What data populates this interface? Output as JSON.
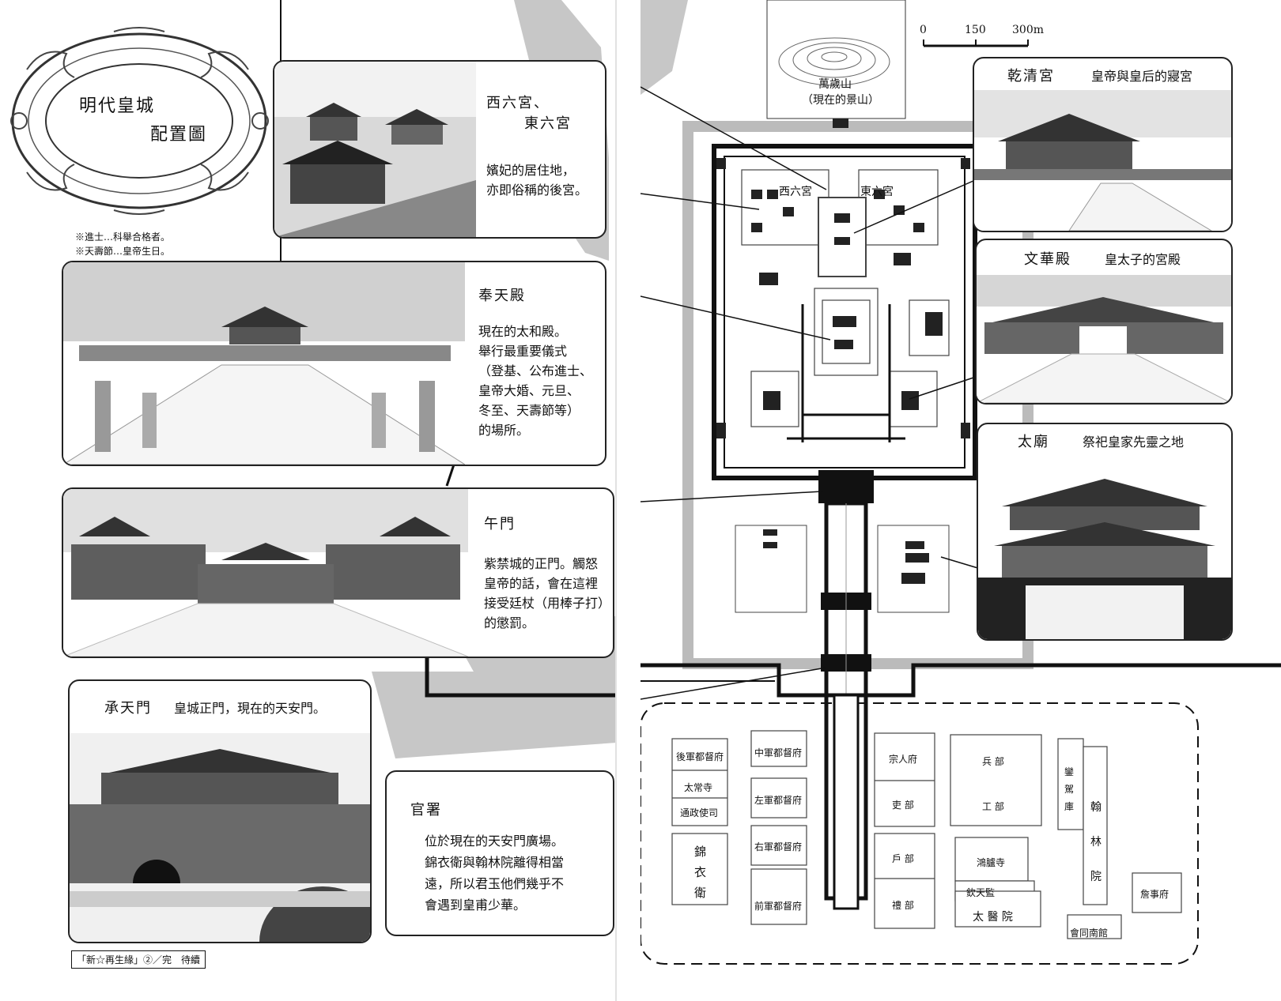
{
  "title": {
    "line1": "明代皇城",
    "line2": "配置圖"
  },
  "notes": [
    "※進士…科舉合格者。",
    "※天壽節…皇帝生日。"
  ],
  "panels": {
    "six_palaces": {
      "title1": "西六宮、",
      "title2": "東六宮",
      "desc": "嬪妃的居住地，\n亦即俗稱的後宮。"
    },
    "fengtian": {
      "title": "奉天殿",
      "desc": "現在的太和殿。\n舉行最重要儀式\n（登基、公布進士、\n皇帝大婚、元旦、\n冬至、天壽節等）\n的場所。"
    },
    "wumen": {
      "title": "午門",
      "desc": "紫禁城的正門。觸怒\n皇帝的話，會在這裡\n接受廷杖（用棒子打）\n的懲罰。"
    },
    "chengtian": {
      "title": "承天門",
      "subtitle": "皇城正門，現在的天安門。"
    },
    "guanshu": {
      "title": "官署",
      "desc": "位於現在的天安門廣場。\n錦衣衛與翰林院離得相當\n遠，所以君玉他們幾乎不\n會遇到皇甫少華。"
    },
    "qianqing": {
      "title": "乾清宮",
      "subtitle": "皇帝與皇后的寢宮"
    },
    "wenhua": {
      "title": "文華殿",
      "subtitle": "皇太子的宮殿"
    },
    "taimiao": {
      "title": "太廟",
      "subtitle": "祭祀皇家先靈之地"
    }
  },
  "footer": "「新☆再生緣」②／完　待續",
  "map": {
    "scale": [
      "0",
      "150",
      "300m"
    ],
    "hill": "萬歲山",
    "hill_note": "（現在的景山）",
    "west_six": "西六宮",
    "east_six": "東六宮",
    "offices": [
      {
        "id": "houjun",
        "label": "後軍都督府"
      },
      {
        "id": "taichang",
        "label": "太常寺"
      },
      {
        "id": "tongzheng",
        "label": "通政使司"
      },
      {
        "id": "jinyi",
        "label": "錦衣衛"
      },
      {
        "id": "zhongjun",
        "label": "中軍都督府"
      },
      {
        "id": "zuojun",
        "label": "左軍都督府"
      },
      {
        "id": "youjun",
        "label": "右軍都督府"
      },
      {
        "id": "qianjun",
        "label": "前軍都督府"
      },
      {
        "id": "zongren",
        "label": "宗人府"
      },
      {
        "id": "li",
        "label": "吏 部"
      },
      {
        "id": "hu",
        "label": "戶 部"
      },
      {
        "id": "lib",
        "label": "禮 部"
      },
      {
        "id": "bing",
        "label": "兵 部"
      },
      {
        "id": "gong",
        "label": "工 部"
      },
      {
        "id": "honglu",
        "label": "鴻臚寺"
      },
      {
        "id": "qintian",
        "label": "欽天監"
      },
      {
        "id": "taiyi",
        "label": "太 醫 院"
      },
      {
        "id": "luanjia",
        "label": "鑾駕庫"
      },
      {
        "id": "hanlin",
        "label": "翰林院"
      },
      {
        "id": "zhanshi",
        "label": "詹事府"
      },
      {
        "id": "huitong",
        "label": "會同南館"
      }
    ]
  }
}
